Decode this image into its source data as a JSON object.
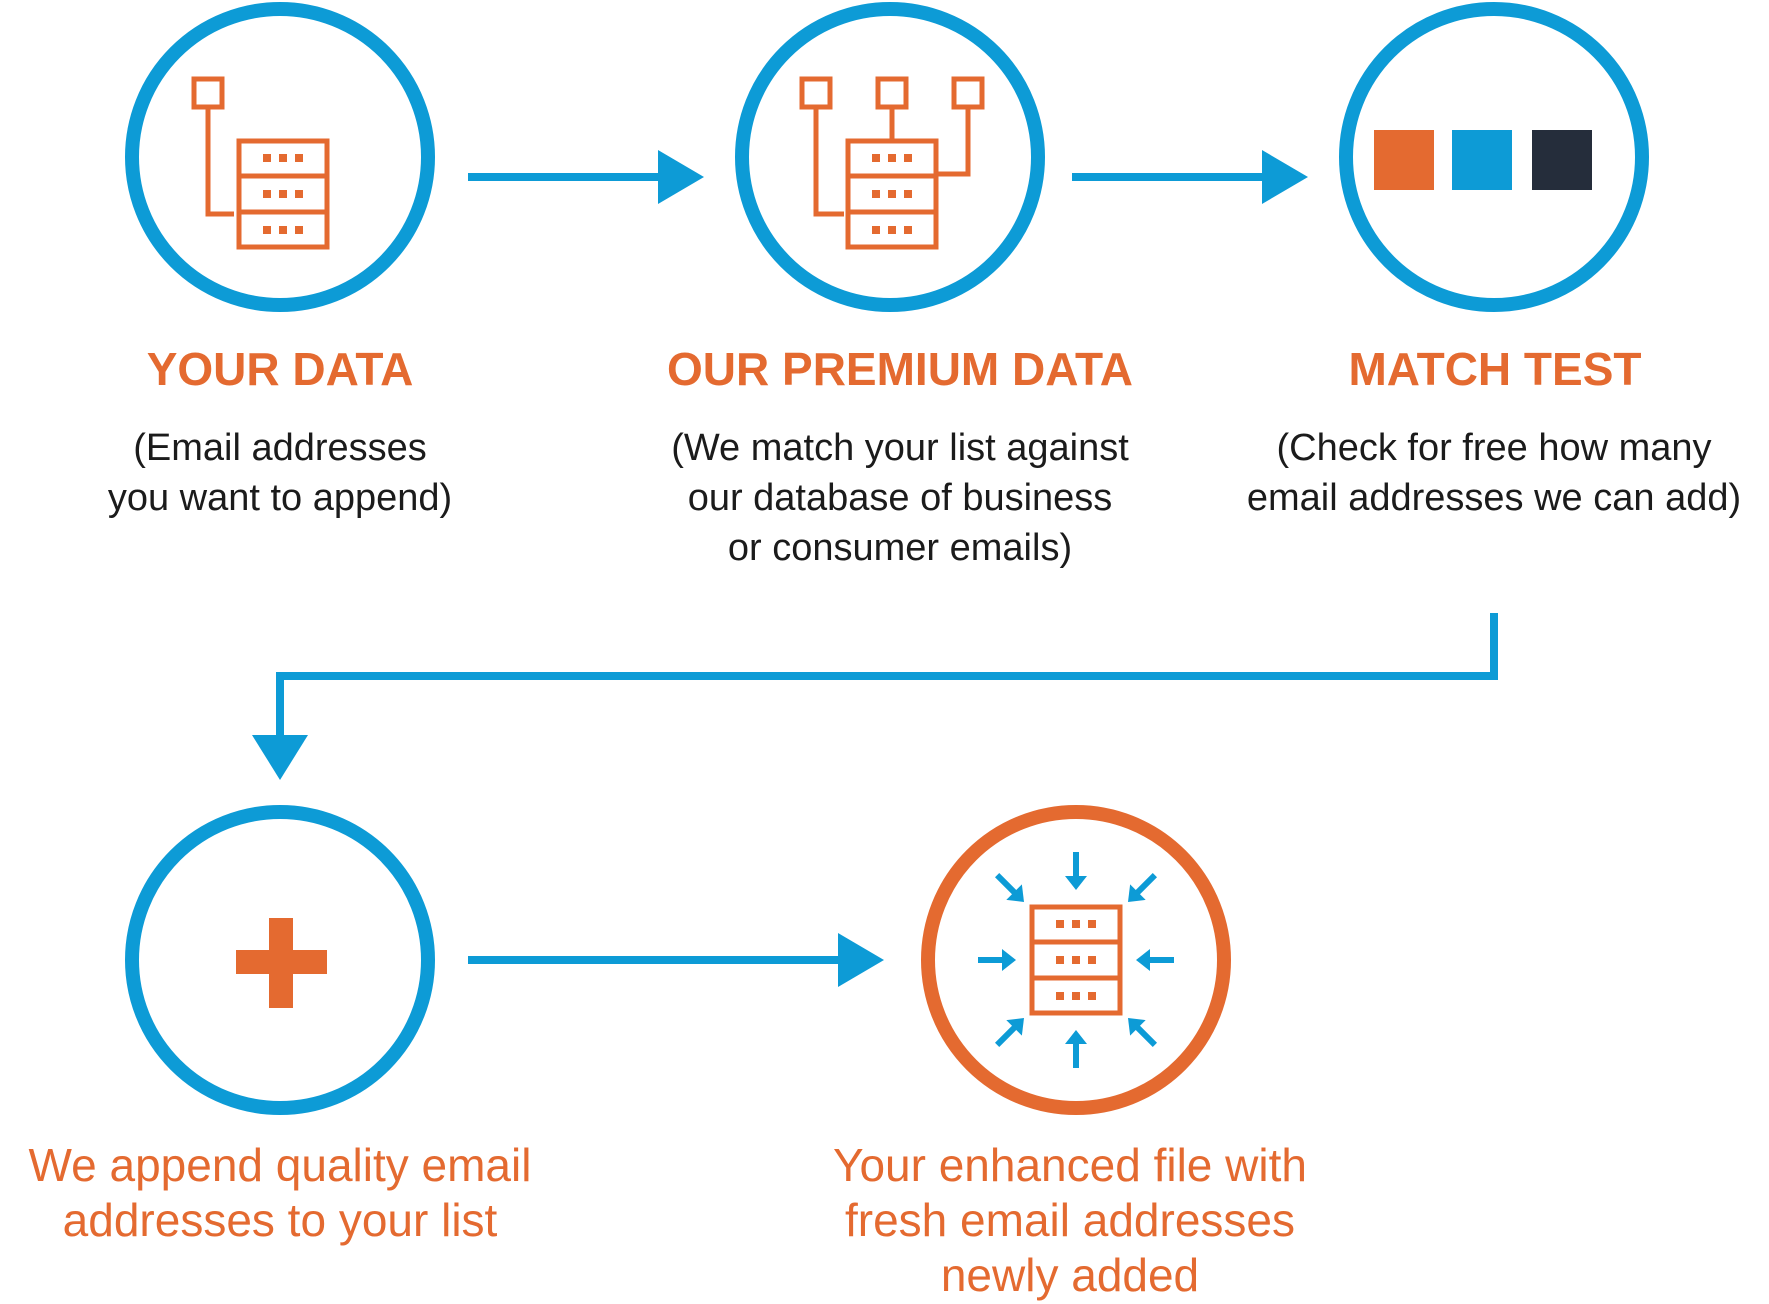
{
  "colors": {
    "blue": "#0d9bd6",
    "orange": "#e46a30",
    "navy": "#252d3b",
    "text": "#1b1b1b"
  },
  "steps": [
    {
      "title": "YOUR DATA",
      "description": "(Email addresses\nyou want to append)",
      "icon": "database-icon"
    },
    {
      "title": "OUR PREMIUM DATA",
      "description": "(We match your list against\nour database of business\nor consumer emails)",
      "icon": "database-network-icon"
    },
    {
      "title": "MATCH TEST",
      "description": "(Check for free how many\nemail addresses we can add)",
      "icon": "color-squares-icon"
    },
    {
      "title": "",
      "description": "We append quality email\naddresses to your list",
      "icon": "plus-icon"
    },
    {
      "title": "",
      "description": "Your enhanced file with\nfresh email addresses\nnewly added",
      "icon": "database-inbound-icon"
    }
  ]
}
